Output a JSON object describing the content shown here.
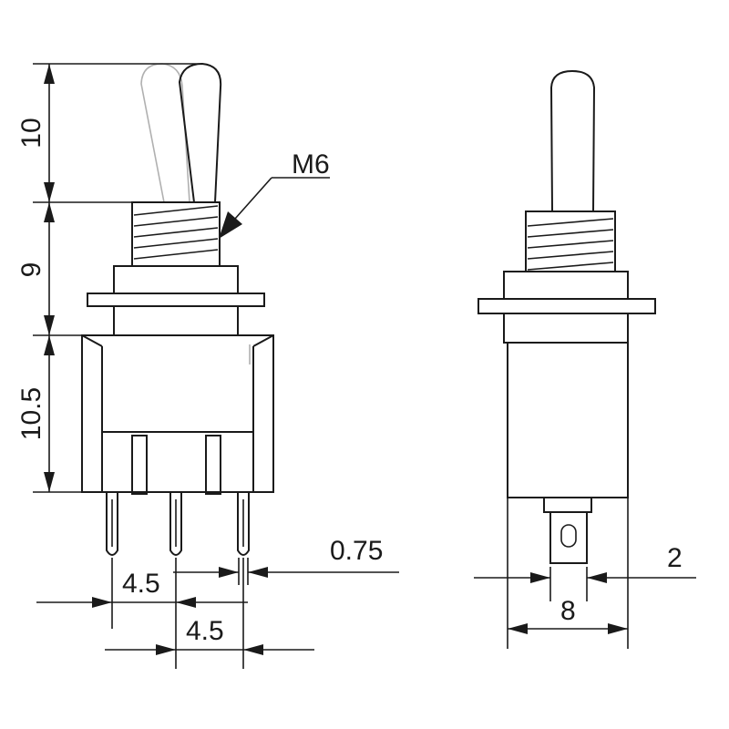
{
  "drawing": {
    "thread_label": "M6",
    "dims": {
      "lever_height": "10",
      "bushing_height": "9",
      "body_height": "10.5",
      "pin_width": "0.75",
      "pin_pitch_1": "4.5",
      "pin_pitch_2": "4.5",
      "tab_width": "2",
      "body_width": "8"
    }
  }
}
